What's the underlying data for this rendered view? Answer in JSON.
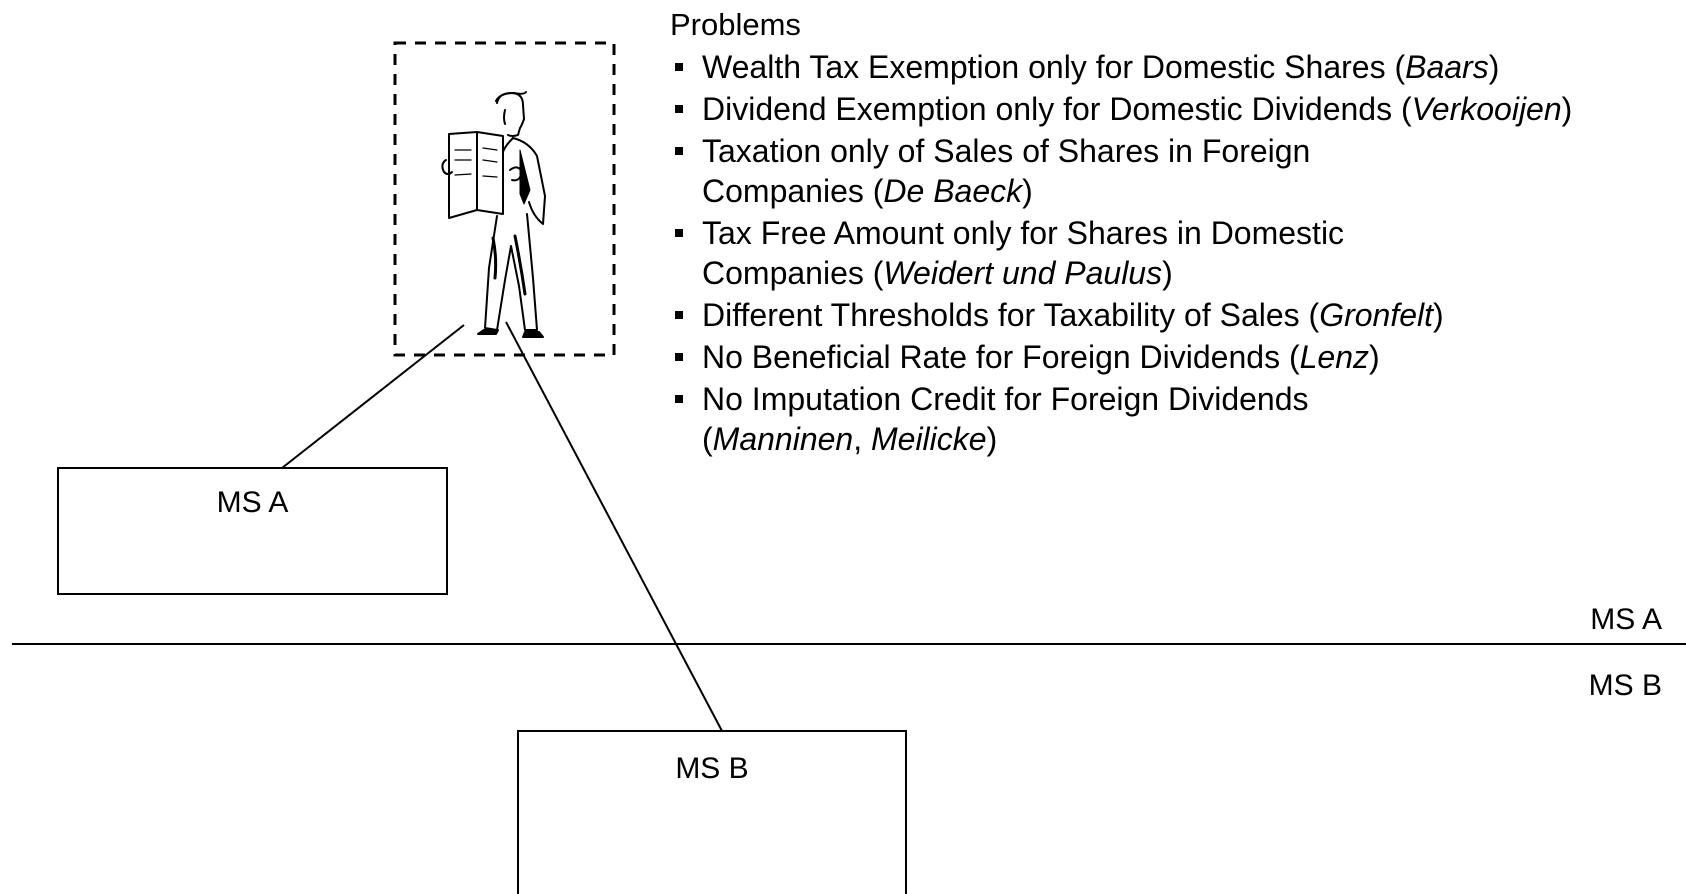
{
  "diagram": {
    "investor_box": {
      "icon": "man-reading-newspaper-icon"
    },
    "boxes": [
      {
        "label": "MS A"
      },
      {
        "label": "MS B"
      }
    ],
    "border_labels": {
      "upper": "MS A",
      "lower": "MS B"
    }
  },
  "problems": {
    "title": "Problems",
    "items": [
      {
        "text": "Wealth Tax Exemption only for Domestic Shares (",
        "case": "Baars",
        "tail": ")"
      },
      {
        "text": "Dividend Exemption only for Domestic Dividends (",
        "case": "Verkooijen",
        "tail": ")"
      },
      {
        "text": "Taxation only of Sales of Shares in Foreign Companies (",
        "case": "De Baeck",
        "tail": ")"
      },
      {
        "text": "Tax Free Amount only for Shares in Domestic Companies (",
        "case": "Weidert und Paulus",
        "tail": ")"
      },
      {
        "text": "Different Thresholds for Taxability of Sales (",
        "case": "Gronfelt",
        "tail": ")"
      },
      {
        "text": "No Beneficial Rate for Foreign Dividends (",
        "case": "Lenz",
        "tail": ")"
      },
      {
        "text": "No Imputation Credit for Foreign Dividends (",
        "case": "Manninen",
        "case_sep": ", ",
        "case2": "Meilicke",
        "tail": ")"
      }
    ]
  }
}
